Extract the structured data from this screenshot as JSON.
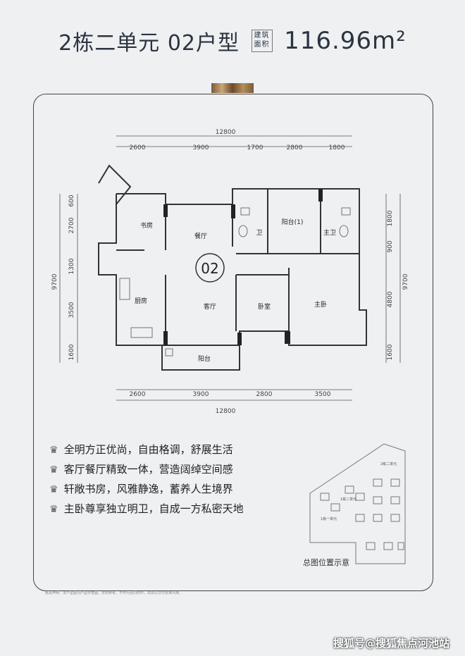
{
  "header": {
    "building": "2栋二单元",
    "unit": "02户型",
    "area_label_1": "建筑",
    "area_label_2": "面积",
    "area": "116.96m²"
  },
  "plan": {
    "unit_no": "02",
    "top_total": "12800",
    "top_dims": [
      "2600",
      "3900",
      "1700",
      "2800",
      "1800"
    ],
    "bottom_total": "12800",
    "bottom_dims": [
      "2600",
      "3900",
      "2800",
      "3500"
    ],
    "left_total": "9700",
    "left_dims": [
      "600",
      "2700",
      "1300",
      "3500",
      "1600"
    ],
    "right_total": "9700",
    "right_dims": [
      "1800",
      "900",
      "4800",
      "1600"
    ],
    "rooms": {
      "study": "书房",
      "dining": "餐厅",
      "bath": "卫",
      "balcony1": "阳台(1)",
      "master_bath": "主卫",
      "kitchen": "厨房",
      "living": "客厅",
      "bedroom": "卧室",
      "master": "主卧",
      "balcony": "阳台"
    }
  },
  "features": [
    "全明方正优尚，自由格调，舒展生活",
    "客厅餐厅精致一体，营造阔绰空间感",
    "轩敞书房，风雅静逸，蓄养人生境界",
    "主卧尊享独立明卫，自成一方私密天地"
  ],
  "site": {
    "caption": "总图位置示意",
    "labels": [
      "2栋二单元",
      "1栋一单元",
      "1栋二单元"
    ]
  },
  "disclaimer": "免责声明：本户型图为户型示意图，仅供参考，不作为合同附件，实际以交付标准为准。",
  "watermark": "搜狐号@搜狐焦点河池站"
}
